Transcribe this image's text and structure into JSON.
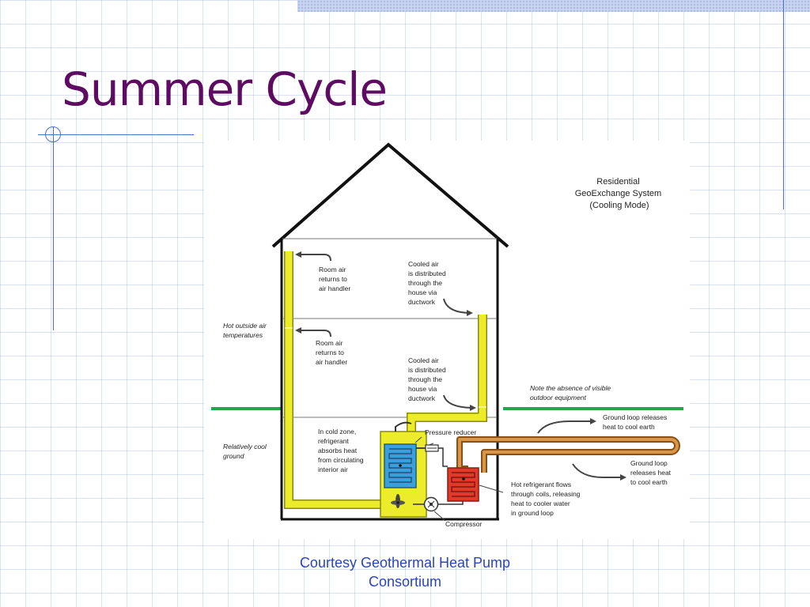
{
  "slide": {
    "title": "Summer Cycle",
    "caption_line1": "Courtesy Geothermal Heat Pump",
    "caption_line2": "Consortium"
  },
  "diagram": {
    "system_title": [
      "Residential",
      "GeoExchange System",
      "(Cooling Mode)"
    ],
    "hot_outside_air": [
      "Hot outside air",
      "temperatures"
    ],
    "relatively_cool_ground": [
      "Relatively cool",
      "ground"
    ],
    "room_air_upper": [
      "Room air",
      "returns to",
      "air handler"
    ],
    "room_air_lower": [
      "Room air",
      "returns to",
      "air handler"
    ],
    "cooled_air_upper": [
      "Cooled air",
      "is distributed",
      "through the",
      "house via",
      "ductwork"
    ],
    "cooled_air_lower": [
      "Cooled air",
      "is distributed",
      "through the",
      "house via",
      "ductwork"
    ],
    "no_outdoor_equipment": [
      "Note the absence of visible",
      "outdoor equipment"
    ],
    "ground_loop_releases_1": [
      "Ground loop releases",
      "heat to cool earth"
    ],
    "ground_loop_releases_2": [
      "Ground loop",
      "releases heat",
      "to cool earth"
    ],
    "cold_zone": [
      "In cold zone,",
      "refrigerant",
      "absorbs heat",
      "from circulating",
      "interior air"
    ],
    "pressure_reducer": "Pressure reducer",
    "hot_refrigerant": [
      "Hot refrigerant flows",
      "through coils, releasing",
      "heat to cooler water",
      "in ground loop"
    ],
    "compressor": "Compressor"
  },
  "colors": {
    "title": "#5e0c62",
    "caption": "#2b45b8",
    "duct_yellow": "#ecec2a",
    "ground_green": "#1fa84d",
    "ground_loop_brown": "#b5702c",
    "cold_coil_blue": "#3aa0dc",
    "hot_coil_red": "#e23a2a"
  }
}
